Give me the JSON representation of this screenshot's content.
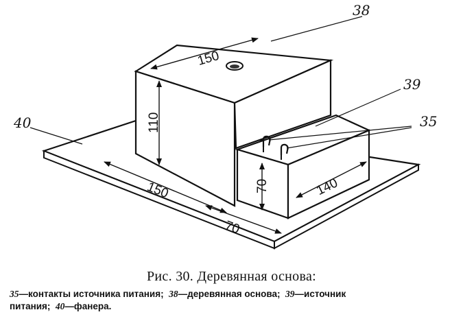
{
  "dimensions": {
    "large_block_top_width": "150",
    "large_block_height": "110",
    "large_block_base_length": "150",
    "gap_to_edge": "70",
    "small_block_height": "70",
    "small_block_length": "140"
  },
  "callouts": {
    "c38": "38",
    "c39": "39",
    "c35": "35",
    "c40": "40"
  },
  "caption": {
    "title": "Рис. 30. Деревянная основа:",
    "legend_line1": [
      {
        "num": "35",
        "text": "—контакты источника питания;"
      },
      {
        "num": "38",
        "text": "—деревянная основа;"
      },
      {
        "num": "39",
        "text": "—источник"
      }
    ],
    "legend_line2": [
      {
        "num": "",
        "text": "питания;"
      },
      {
        "num": "40",
        "text": "—фанера."
      }
    ]
  }
}
